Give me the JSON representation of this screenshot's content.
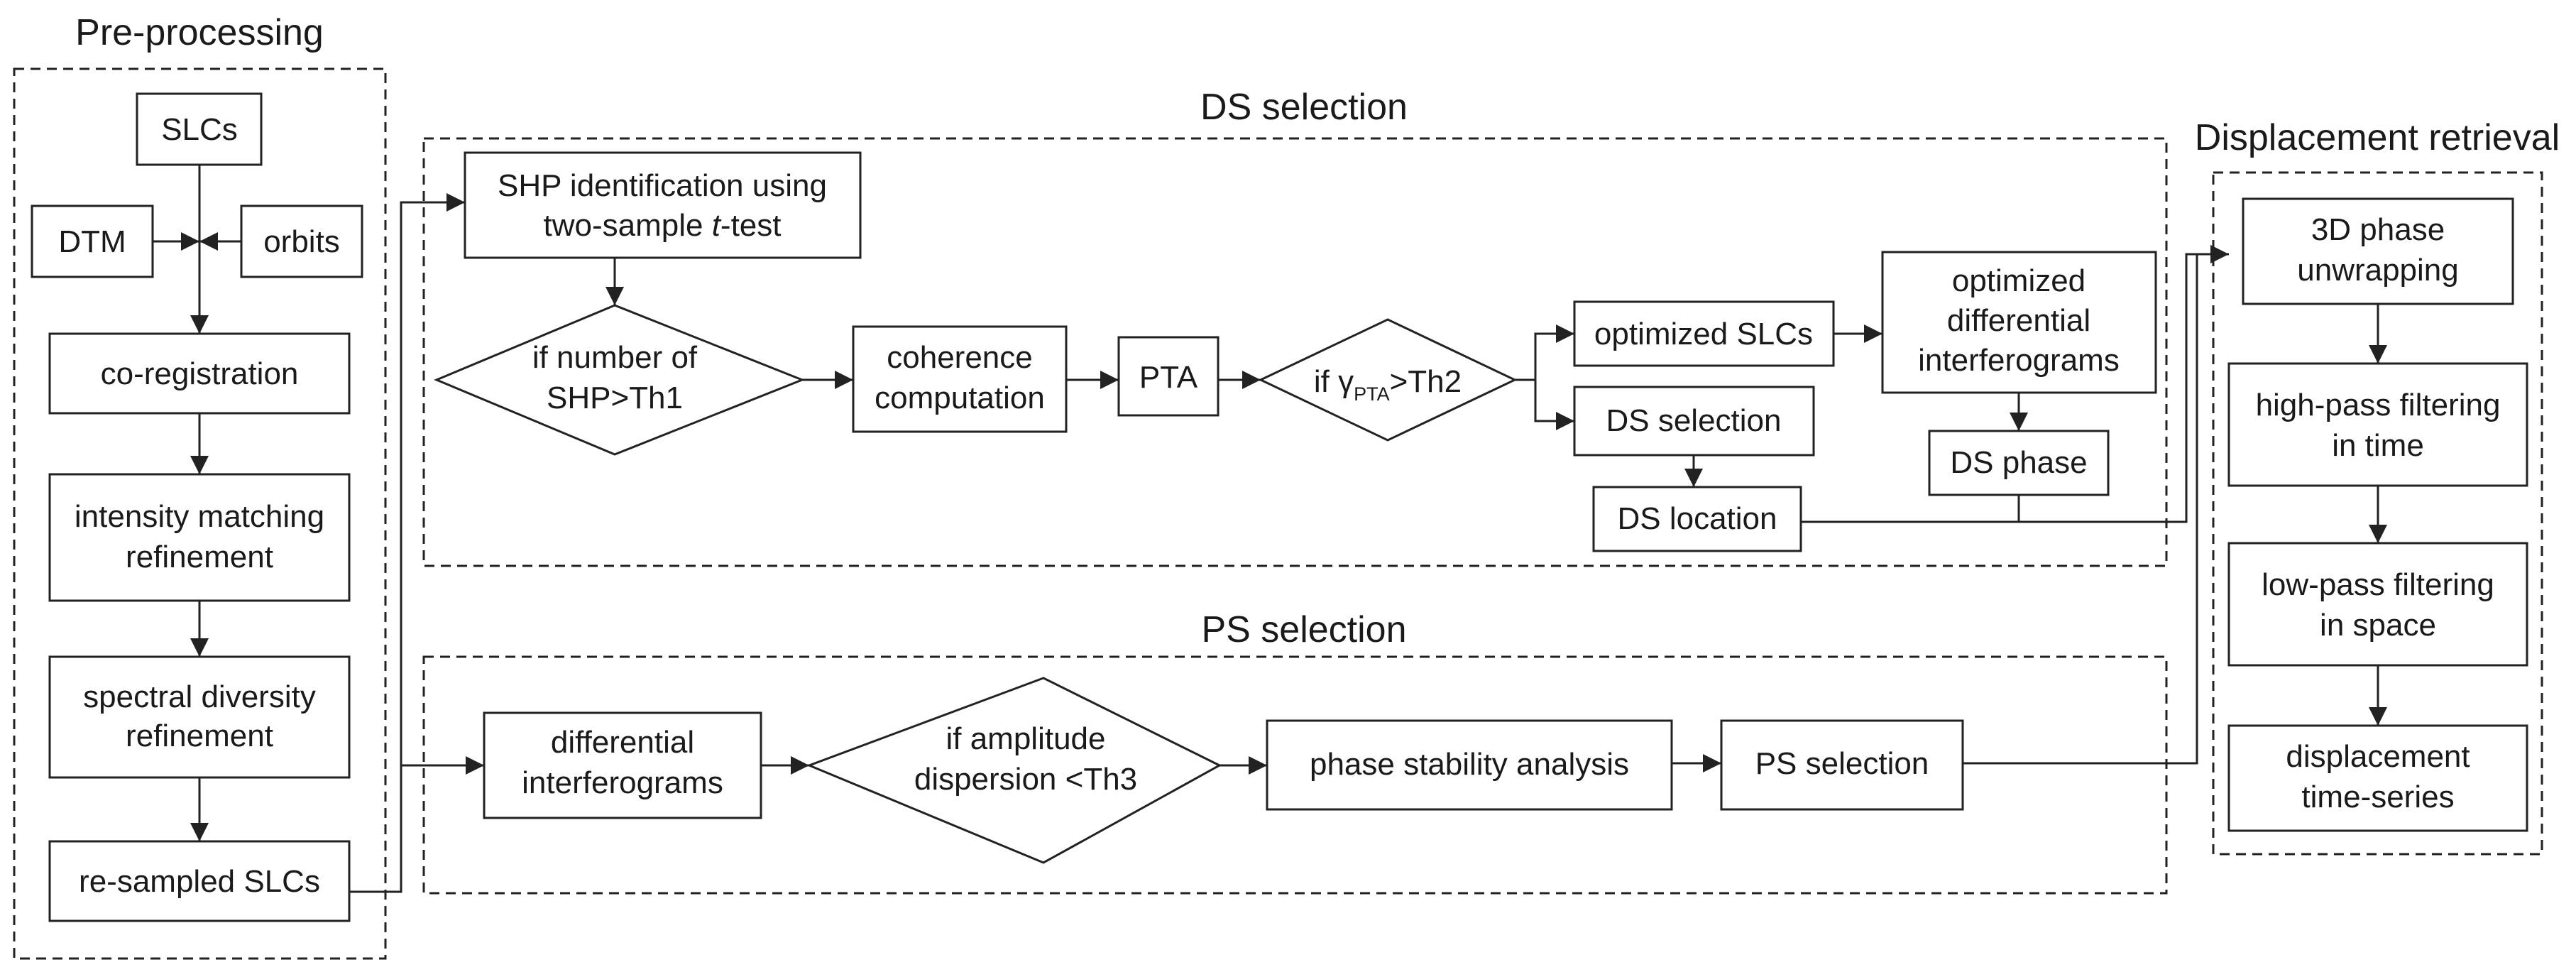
{
  "groups": {
    "preprocessing": "Pre-processing",
    "ds_selection": "DS selection",
    "ps_selection": "PS selection",
    "displacement": "Displacement retrieval"
  },
  "nodes": {
    "slcs": "SLCs",
    "dtm": "DTM",
    "orbits": "orbits",
    "coregistration": "co-registration",
    "intensity_1": "intensity matching",
    "intensity_2": "refinement",
    "spectral_1": "spectral diversity",
    "spectral_2": "refinement",
    "resampled": "re-sampled SLCs",
    "shp_1": "SHP identification using",
    "shp_2a": "two-sample ",
    "shp_2t": "t",
    "shp_2b": "-test",
    "shp_cond_1": "if number of",
    "shp_cond_2": "SHP>Th1",
    "coh_1": "coherence",
    "coh_2": "computation",
    "pta": "PTA",
    "gamma_if": "if γ",
    "gamma_sub": "PTA",
    "gamma_th": ">Th2",
    "opt_slcs": "optimized SLCs",
    "opt_diff_1": "optimized",
    "opt_diff_2": "differential",
    "opt_diff_3": "interferograms",
    "ds_sel_box": "DS selection",
    "ds_phase": "DS phase",
    "ds_location": "DS location",
    "diff_int_1": "differential",
    "diff_int_2": "interferograms",
    "amp_1": "if amplitude",
    "amp_2": "dispersion <Th3",
    "phase_stab": "phase stability analysis",
    "ps_sel_box": "PS selection",
    "unwrap_1": "3D phase",
    "unwrap_2": "unwrapping",
    "hp_1": "high-pass filtering",
    "hp_2": "in time",
    "lp_1": "low-pass filtering",
    "lp_2": "in space",
    "ts_1": "displacement",
    "ts_2": "time-series"
  }
}
